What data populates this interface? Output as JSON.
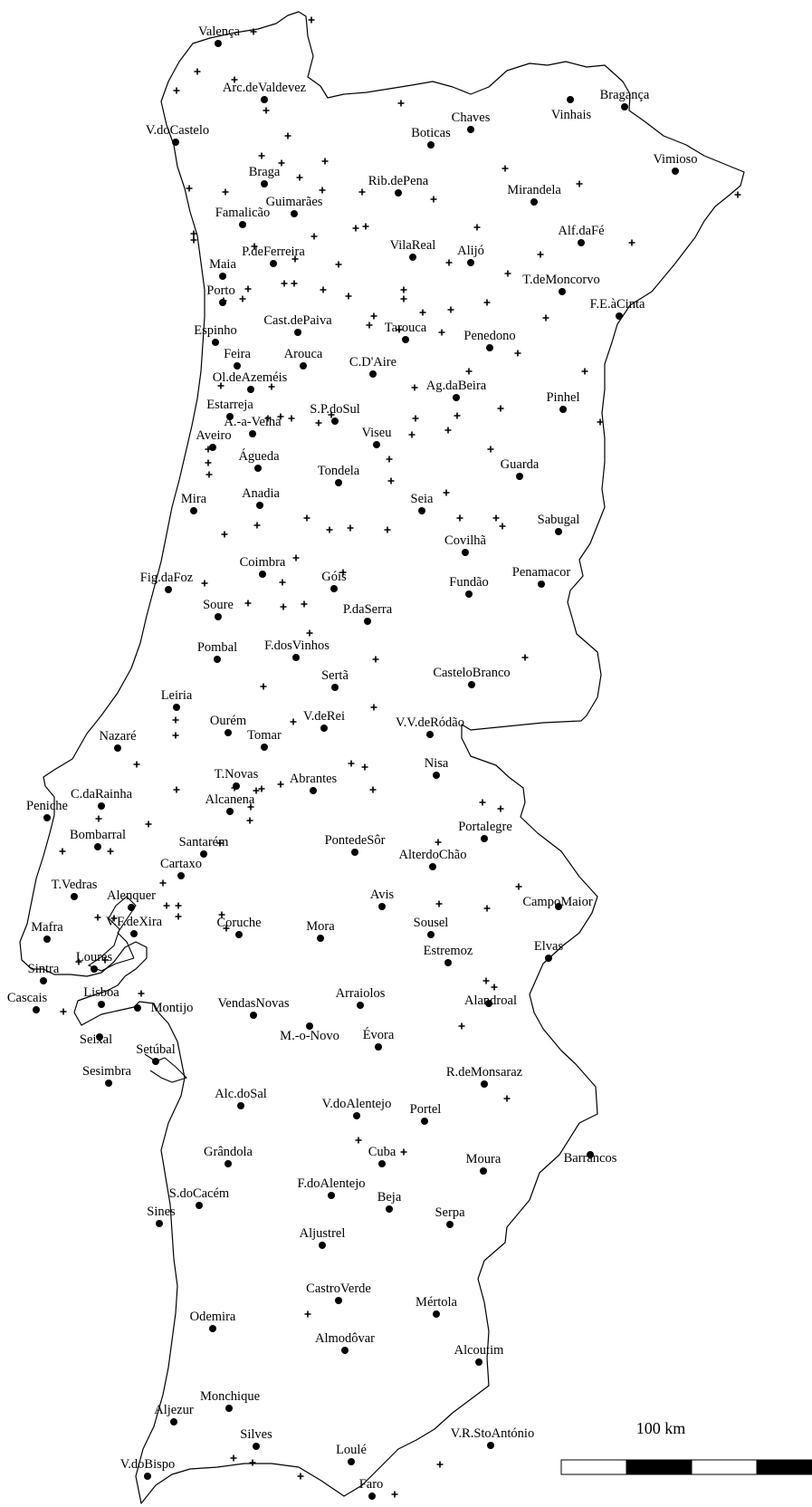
{
  "map": {
    "scale_bar": {
      "label": "100 km"
    },
    "cities": [
      {
        "name": "Valença"
      },
      {
        "name": "Arc.deValdevez"
      },
      {
        "name": "V.doCastelo"
      },
      {
        "name": "Chaves"
      },
      {
        "name": "Vinhais"
      },
      {
        "name": "Bragança"
      },
      {
        "name": "Boticas"
      },
      {
        "name": "Vimioso"
      },
      {
        "name": "Braga"
      },
      {
        "name": "Rib.dePena"
      },
      {
        "name": "Mirandela"
      },
      {
        "name": "Guimarães"
      },
      {
        "name": "Famalicão"
      },
      {
        "name": "Alf.daFé"
      },
      {
        "name": "P.deFerreira"
      },
      {
        "name": "VilaReal"
      },
      {
        "name": "Alijó"
      },
      {
        "name": "Maia"
      },
      {
        "name": "T.deMoncorvo"
      },
      {
        "name": "Porto"
      },
      {
        "name": "F.E.àCinta"
      },
      {
        "name": "Cast.dePaiva"
      },
      {
        "name": "Tarouca"
      },
      {
        "name": "Espinho"
      },
      {
        "name": "Penedono"
      },
      {
        "name": "Feira"
      },
      {
        "name": "Arouca"
      },
      {
        "name": "C.D'Aire"
      },
      {
        "name": "Ol.deAzeméis"
      },
      {
        "name": "Ag.daBeira"
      },
      {
        "name": "Pinhel"
      },
      {
        "name": "Estarreja"
      },
      {
        "name": "S.P.doSul"
      },
      {
        "name": "A.-a-Velha"
      },
      {
        "name": "Viseu"
      },
      {
        "name": "Aveiro"
      },
      {
        "name": "Águeda"
      },
      {
        "name": "Guarda"
      },
      {
        "name": "Tondela"
      },
      {
        "name": "Anadia"
      },
      {
        "name": "Mira"
      },
      {
        "name": "Seia"
      },
      {
        "name": "Sabugal"
      },
      {
        "name": "Covilhã"
      },
      {
        "name": "Coimbra"
      },
      {
        "name": "Fig.daFoz"
      },
      {
        "name": "Góis"
      },
      {
        "name": "Fundão"
      },
      {
        "name": "Penamacor"
      },
      {
        "name": "Soure"
      },
      {
        "name": "P.daSerra"
      },
      {
        "name": "Pombal"
      },
      {
        "name": "F.dosVinhos"
      },
      {
        "name": "CasteloBranco"
      },
      {
        "name": "Sertã"
      },
      {
        "name": "Leiria"
      },
      {
        "name": "Ourém"
      },
      {
        "name": "V.deRei"
      },
      {
        "name": "V.V.deRódão"
      },
      {
        "name": "Nazaré"
      },
      {
        "name": "Tomar"
      },
      {
        "name": "Nisa"
      },
      {
        "name": "T.Novas"
      },
      {
        "name": "Abrantes"
      },
      {
        "name": "C.daRainha"
      },
      {
        "name": "Peniche"
      },
      {
        "name": "Alcanena"
      },
      {
        "name": "Portalegre"
      },
      {
        "name": "Bombarral"
      },
      {
        "name": "PontedeSôr"
      },
      {
        "name": "Santarém"
      },
      {
        "name": "AlterdoChão"
      },
      {
        "name": "Cartaxo"
      },
      {
        "name": "T.Vedras"
      },
      {
        "name": "Avis"
      },
      {
        "name": "CampoMaior"
      },
      {
        "name": "Alenquer"
      },
      {
        "name": "Mafra"
      },
      {
        "name": "V.F.deXira"
      },
      {
        "name": "Coruche"
      },
      {
        "name": "Mora"
      },
      {
        "name": "Sousel"
      },
      {
        "name": "Elvas"
      },
      {
        "name": "Loures"
      },
      {
        "name": "Estremoz"
      },
      {
        "name": "Sintra"
      },
      {
        "name": "Lisboa"
      },
      {
        "name": "Cascais"
      },
      {
        "name": "Arraiolos"
      },
      {
        "name": "Alandroal"
      },
      {
        "name": "Montijo"
      },
      {
        "name": "VendasNovas"
      },
      {
        "name": "Seixal"
      },
      {
        "name": "M.-o-Novo"
      },
      {
        "name": "Évora"
      },
      {
        "name": "Setúbal"
      },
      {
        "name": "Sesimbra"
      },
      {
        "name": "R.deMonsaraz"
      },
      {
        "name": "Alc.doSal"
      },
      {
        "name": "V.doAlentejo"
      },
      {
        "name": "Portel"
      },
      {
        "name": "Grândola"
      },
      {
        "name": "Cuba"
      },
      {
        "name": "Moura"
      },
      {
        "name": "Barrancos"
      },
      {
        "name": "S.doCacém"
      },
      {
        "name": "F.doAlentejo"
      },
      {
        "name": "Beja"
      },
      {
        "name": "Sines"
      },
      {
        "name": "Serpa"
      },
      {
        "name": "Aljustrel"
      },
      {
        "name": "CastroVerde"
      },
      {
        "name": "Odemira"
      },
      {
        "name": "Mértola"
      },
      {
        "name": "Almodôvar"
      },
      {
        "name": "Alcoutim"
      },
      {
        "name": "Monchique"
      },
      {
        "name": "Aljezur"
      },
      {
        "name": "Silves"
      },
      {
        "name": "V.R.StoAntónio"
      },
      {
        "name": "Loulé"
      },
      {
        "name": "V.doBispo"
      },
      {
        "name": "Faro"
      }
    ]
  }
}
